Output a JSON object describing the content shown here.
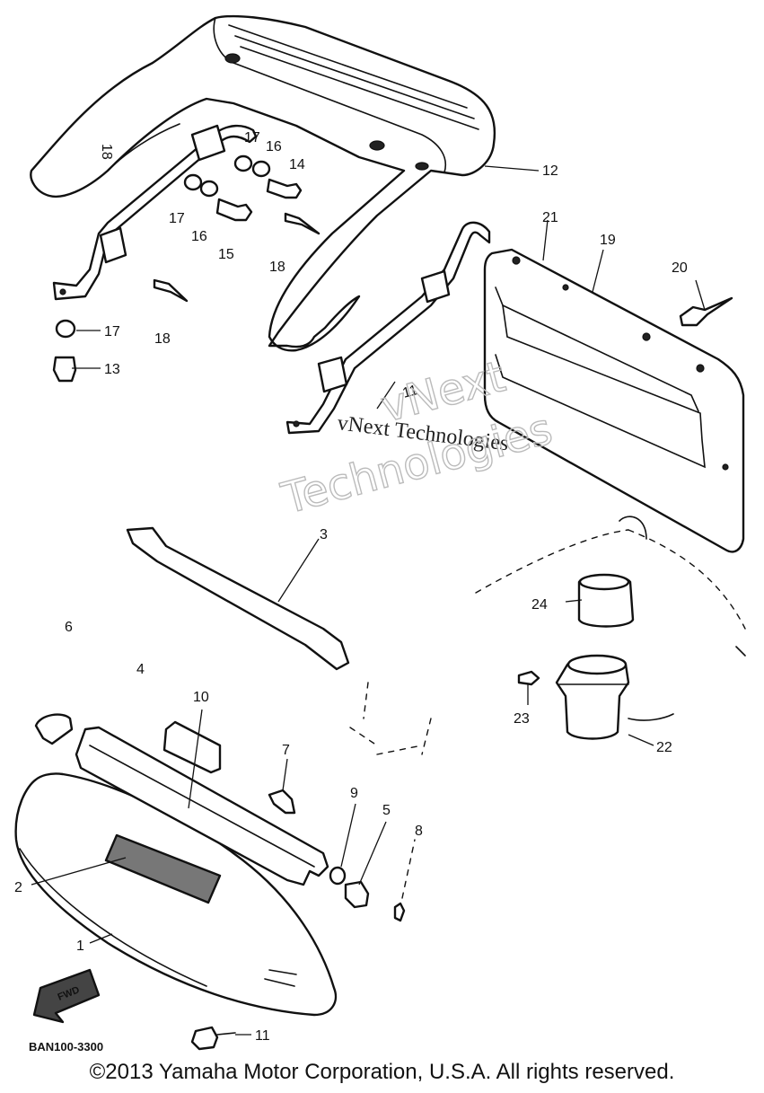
{
  "diagram": {
    "callouts": [
      "1",
      "2",
      "3",
      "4",
      "5",
      "6",
      "7",
      "8",
      "9",
      "10",
      "11",
      "12",
      "13",
      "14",
      "15",
      "15",
      "16",
      "16",
      "17",
      "17",
      "17",
      "18",
      "18",
      "18",
      "19",
      "20",
      "21",
      "22",
      "23",
      "24"
    ],
    "part_code": "BAN100-3300",
    "fwd_label": "FWD"
  },
  "watermark": {
    "line": "vNext Technologies",
    "outline_top": "vNext",
    "outline_bottom": "Technologies"
  },
  "footer": {
    "copyright": "©2013 Yamaha Motor Corporation, U.S.A. All rights reserved."
  }
}
